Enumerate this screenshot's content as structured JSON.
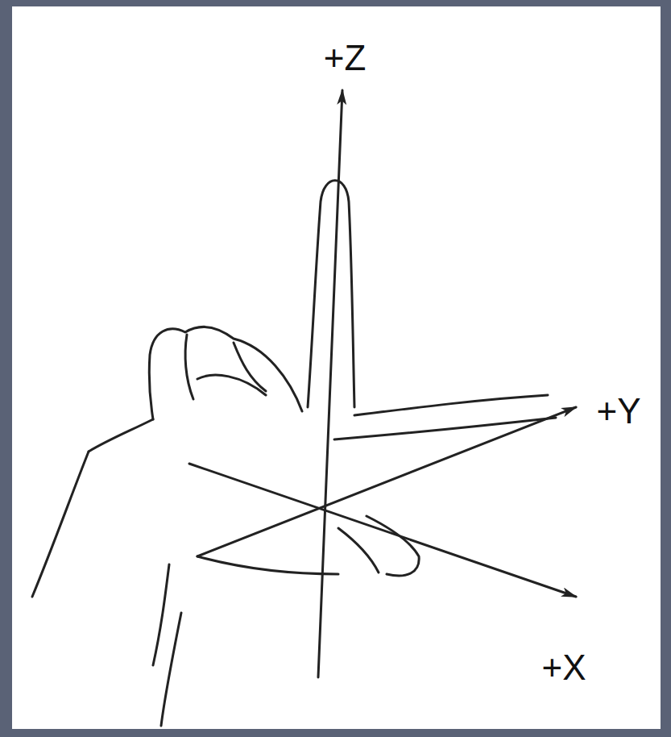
{
  "diagram": {
    "labels": [
      "+Z",
      "+Y",
      "+X"
    ]
  }
}
